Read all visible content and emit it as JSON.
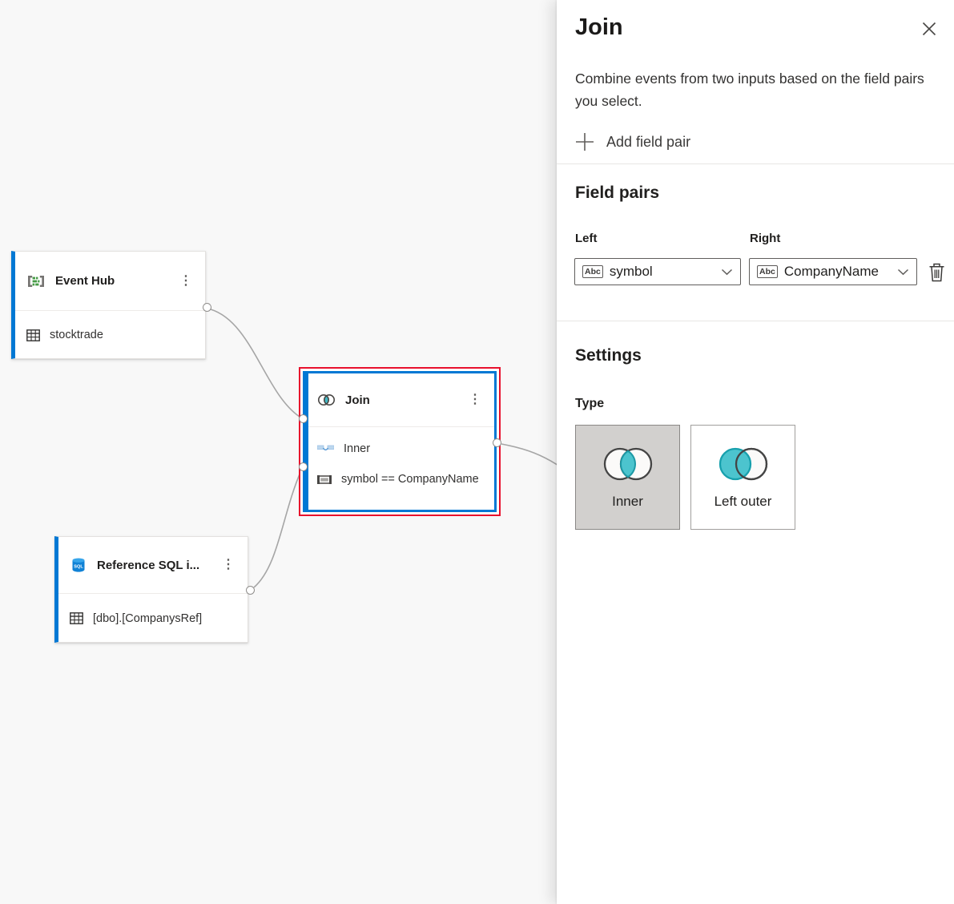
{
  "canvas": {
    "nodes": {
      "event_hub": {
        "title": "Event Hub",
        "table": "stocktrade"
      },
      "join": {
        "title": "Join",
        "join_type": "Inner",
        "condition": "symbol == CompanyName"
      },
      "reference_sql": {
        "title": "Reference SQL i...",
        "table": "[dbo].[CompanysRef]"
      }
    }
  },
  "panel": {
    "title": "Join",
    "description": "Combine events from two inputs based on the field pairs you select.",
    "add_field_pair_label": "Add field pair",
    "field_pairs": {
      "heading": "Field pairs",
      "left_label": "Left",
      "right_label": "Right",
      "left_value": "symbol",
      "right_value": "CompanyName",
      "left_type_badge": "Abc",
      "right_type_badge": "Abc"
    },
    "settings": {
      "heading": "Settings",
      "type_label": "Type",
      "options": [
        {
          "label": "Inner",
          "selected": true
        },
        {
          "label": "Left outer",
          "selected": false
        }
      ]
    }
  },
  "icons": {
    "more_options": "⋮"
  },
  "colors": {
    "accent_blue": "#0078d4",
    "selection_red": "#e8112d",
    "venn_teal": "#4cc4ce",
    "canvas_bg": "#f8f8f8",
    "selected_tile_bg": "#d2d0ce"
  }
}
